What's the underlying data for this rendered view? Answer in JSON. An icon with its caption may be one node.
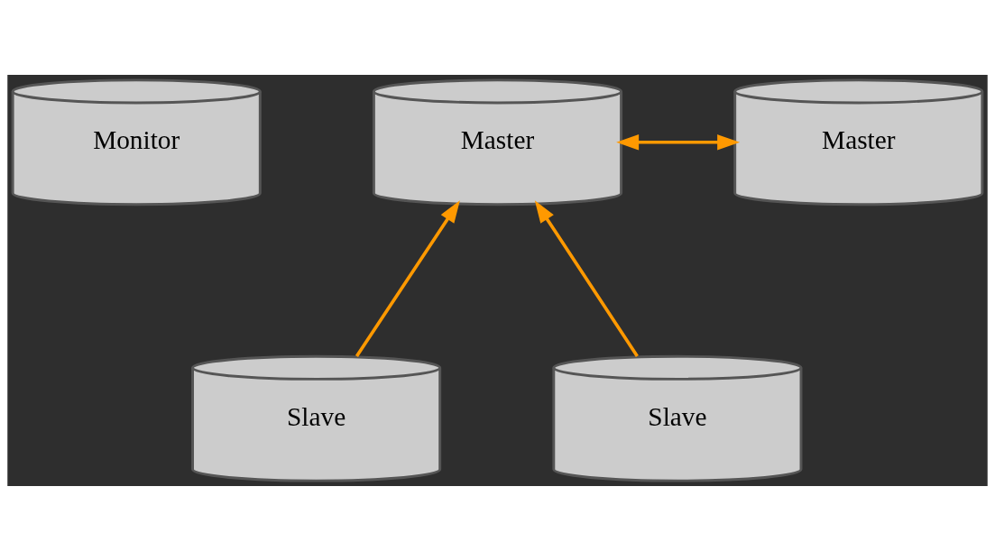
{
  "diagram": {
    "nodes": [
      {
        "text": [
          "Master"
        ]
      },
      {
        "text": [
          "Master"
        ]
      },
      {
        "text": [
          "Monitor"
        ]
      },
      {
        "text": [
          "Slave"
        ]
      },
      {
        "text": [
          "Slave"
        ]
      }
    ],
    "edges": [
      {
        "from": 0,
        "to": 1,
        "arrow": "both"
      },
      {
        "from": 3,
        "to": 0,
        "arrow": "to"
      },
      {
        "from": 4,
        "to": 0,
        "arrow": "to"
      }
    ]
  }
}
